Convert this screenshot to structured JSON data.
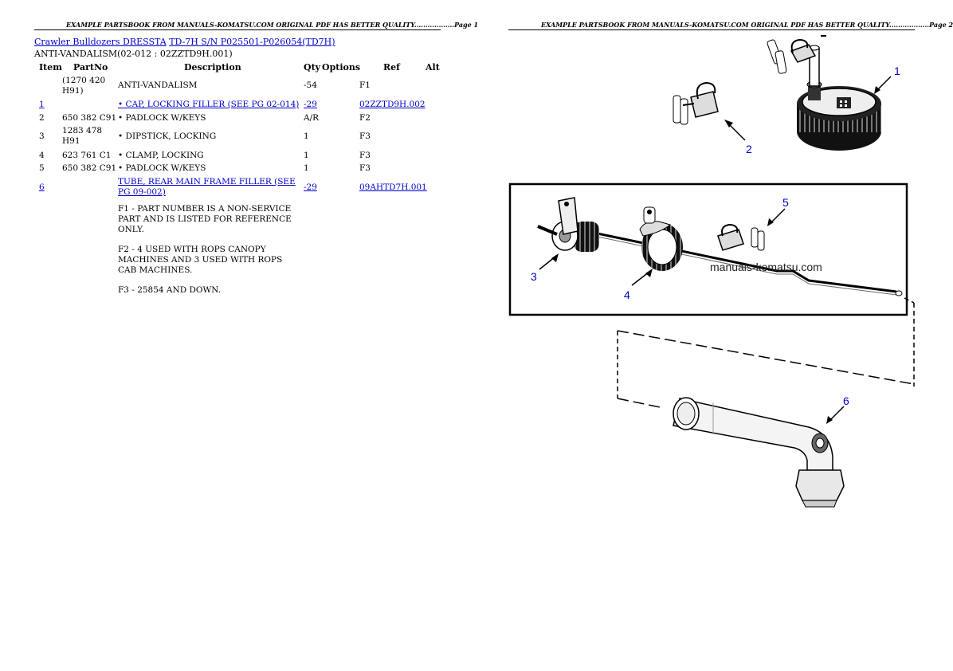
{
  "left_page": {
    "header": "EXAMPLE PARTSBOOK FROM MANUALS-KOMATSU.COM ORIGINAL PDF HAS BETTER QUALITY..................Page 1",
    "breadcrumb": {
      "model_link": "Crawler Bulldozers DRESSTA",
      "serial_link": "TD-7H S/N P025501-P026054(TD7H)"
    },
    "group_title": "ANTI-VANDALISM(02-012 : 02ZZTD9H.001)",
    "columns": [
      "Item",
      "PartNo",
      "Description",
      "Qty",
      "Options",
      "Ref",
      "Alt"
    ],
    "rows": [
      {
        "item": "",
        "partno": "(1270 420 H91)",
        "description": "ANTI-VANDALISM",
        "qty": "-54",
        "ref": "F1",
        "link": false
      },
      {
        "item": "1",
        "partno": "",
        "description": "• CAP, LOCKING FILLER (SEE PG 02-014)",
        "qty": "-29",
        "ref": "02ZZTD9H.002",
        "link": true
      },
      {
        "item": "2",
        "partno": "650 382 C91",
        "description": "• PADLOCK W/KEYS",
        "qty": "A/R",
        "ref": "F2",
        "link": false
      },
      {
        "item": "3",
        "partno": "1283 478 H91",
        "description": "• DIPSTICK, LOCKING",
        "qty": "1",
        "ref": "F3",
        "link": false
      },
      {
        "item": "4",
        "partno": "623 761 C1",
        "description": "• CLAMP, LOCKING",
        "qty": "1",
        "ref": "F3",
        "link": false
      },
      {
        "item": "5",
        "partno": "650 382 C91",
        "description": "• PADLOCK W/KEYS",
        "qty": "1",
        "ref": "F3",
        "link": false
      },
      {
        "item": "6",
        "partno": "",
        "description": "TUBE, REAR MAIN FRAME FILLER (SEE PG 09-002)",
        "qty": "-29",
        "ref": "09AHTD7H.001",
        "link": true
      }
    ],
    "notes": [
      "F1 - PART NUMBER IS A NON-SERVICE PART AND IS LISTED FOR REFERENCE ONLY.",
      "F2 - 4 USED WITH ROPS CANOPY MACHINES AND 3 USED WITH ROPS CAB MACHINES.",
      "F3 - 25854 AND DOWN."
    ]
  },
  "right_page": {
    "header": "EXAMPLE PARTSBOOK FROM MANUALS-KOMATSU.COM ORIGINAL PDF HAS BETTER QUALITY..................Page 2",
    "watermark": "manuals-komatsu.com",
    "callouts": [
      "1",
      "2",
      "3",
      "4",
      "5",
      "6"
    ],
    "callout_color": "#0000cc"
  }
}
